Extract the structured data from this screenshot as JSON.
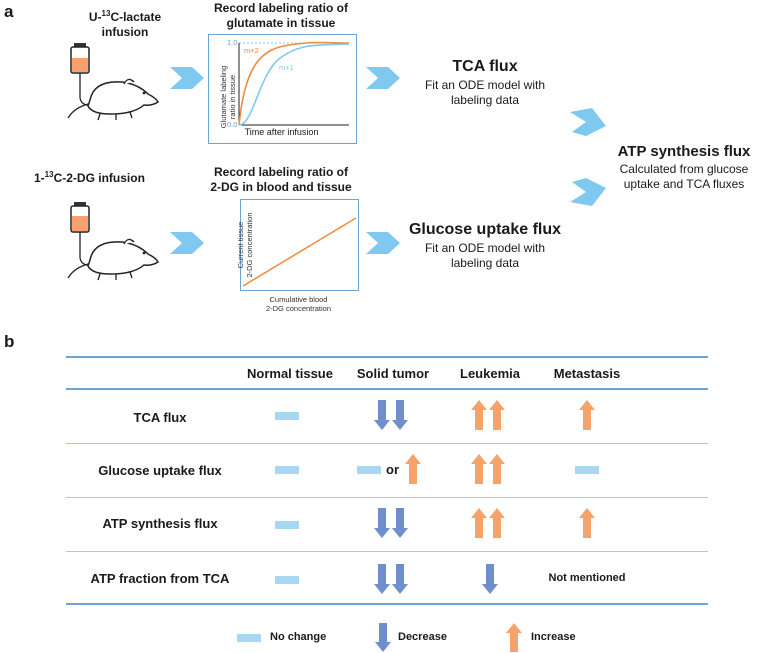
{
  "panel_a": {
    "label": "a",
    "row1": {
      "infusion_prefix": "U-",
      "infusion_sup": "13",
      "infusion_suffix": "C-lactate",
      "infusion_line2": "infusion",
      "plot_title_line1": "Record labeling ratio of",
      "plot_title_line2": "glutamate in tissue",
      "ylabel_line1": "Glutamate labeling",
      "ylabel_line2": "ratio in tissue",
      "xlabel": "Time after infusion",
      "ytick_top": "1.0",
      "ytick_bottom": "0.0",
      "series_m2": "m+2",
      "series_m1": "m+1",
      "result_title": "TCA flux",
      "result_line1": "Fit an ODE model with",
      "result_line2": "labeling data"
    },
    "row2": {
      "infusion_prefix": "1-",
      "infusion_sup": "13",
      "infusion_suffix": "C-2-DG infusion",
      "plot_title_line1": "Record labeling ratio of",
      "plot_title_line2": "2-DG in blood and tissue",
      "ylabel_line1": "Current tissue",
      "ylabel_line2": "2-DG concentration",
      "xlabel_line1": "Cumulative blood",
      "xlabel_line2": "2-DG concentration",
      "result_title": "Glucose uptake flux",
      "result_line1": "Fit an ODE model with",
      "result_line2": "labeling data"
    },
    "atp": {
      "title": "ATP synthesis flux",
      "line1": "Calculated from glucose",
      "line2": "uptake and TCA fluxes"
    }
  },
  "panel_b": {
    "label": "b",
    "headers": [
      "Normal tissue",
      "Solid tumor",
      "Leukemia",
      "Metastasis"
    ],
    "rows": [
      {
        "label": "TCA flux",
        "cells": [
          "no-change",
          "double-decrease",
          "double-increase",
          "increase"
        ]
      },
      {
        "label": "Glucose uptake flux",
        "cells": [
          "no-change",
          "no-change-or-increase",
          "double-increase",
          "no-change"
        ]
      },
      {
        "label": "ATP synthesis flux",
        "cells": [
          "no-change",
          "double-decrease",
          "double-increase",
          "increase"
        ]
      },
      {
        "label": "ATP fraction from TCA",
        "cells": [
          "no-change",
          "double-decrease",
          "decrease",
          "text"
        ]
      }
    ],
    "or_text": "or",
    "not_mentioned": "Not mentioned",
    "legend": {
      "no_change": "No change",
      "decrease": "Decrease",
      "increase": "Increase"
    },
    "colors": {
      "no_change": "#a6d8f2",
      "decrease": "#6f8fcc",
      "increase": "#f5a36b",
      "chevron": "#7fc8ef",
      "line": "#6aa6d8",
      "curve_m2": "#f08a3c",
      "curve_m1": "#7fc8ef"
    }
  }
}
